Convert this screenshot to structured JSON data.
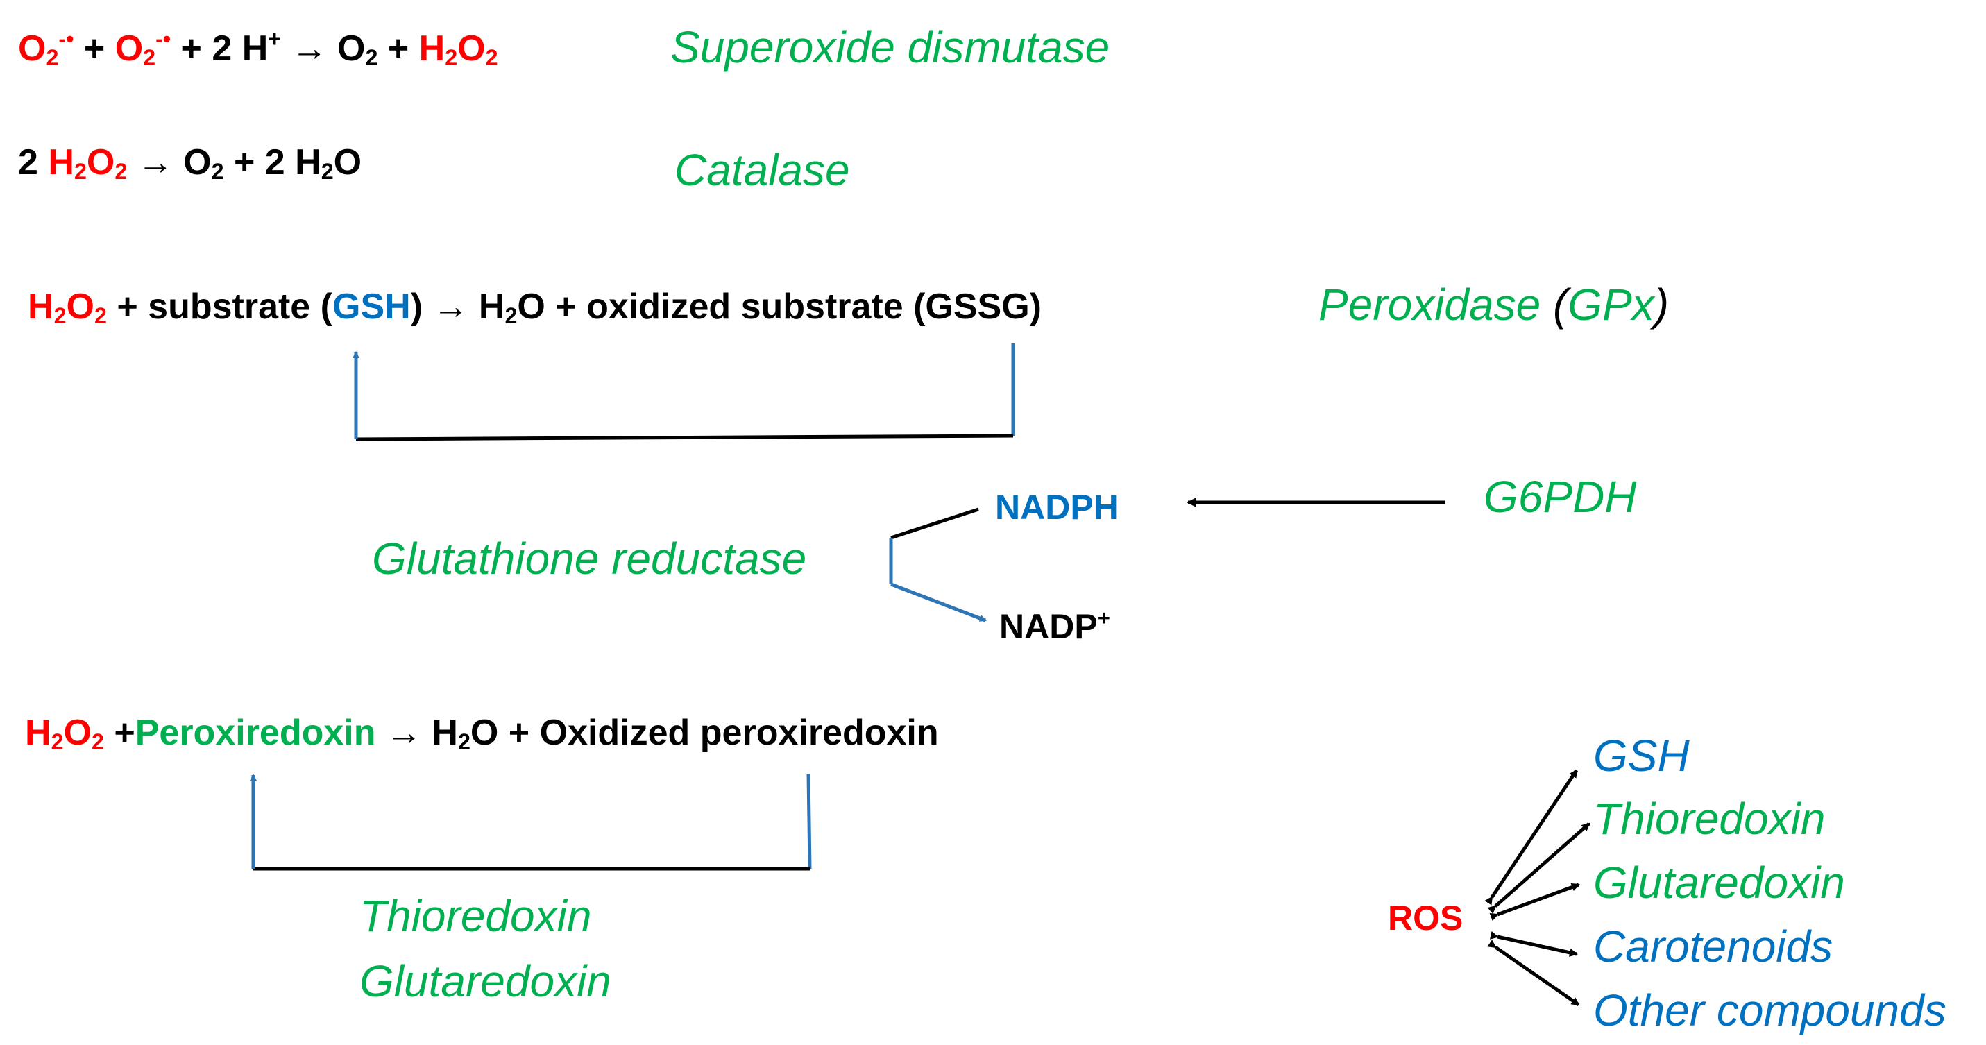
{
  "reactions": {
    "sod": {
      "superoxide1": "O",
      "superoxide1_sub": "2",
      "superoxide1_sup": "-•",
      "plus1": " + ",
      "superoxide2": "O",
      "superoxide2_sub": "2",
      "superoxide2_sup": "-•",
      "plus2": " + 2 H",
      "proton_sup": "+",
      "arrow": " → O",
      "o2_sub": "2",
      "plus3": " + ",
      "product": "H",
      "product_sub1": "2",
      "product_mid": "O",
      "product_sub2": "2"
    },
    "catalase": {
      "coef": "2 ",
      "h2o2_h": "H",
      "h2o2_sub1": "2",
      "h2o2_o": "O",
      "h2o2_sub2": "2",
      "arrow": " → O",
      "o2_sub": "2",
      "rest": " + 2 H",
      "h2o_sub": "2",
      "h2o_o": "O"
    },
    "peroxidase": {
      "h2o2_h": "H",
      "h2o2_sub1": "2",
      "h2o2_o": "O",
      "h2o2_sub2": "2",
      "mid1": " + substrate (",
      "gsh": "GSH",
      "mid2": ") → H",
      "h2o_sub": "2",
      "rest": "O + oxidized substrate (GSSG)"
    },
    "peroxiredoxin": {
      "h2o2_h": "H",
      "h2o2_sub1": "2",
      "h2o2_o": "O",
      "h2o2_sub2": "2",
      "plus": " +",
      "prx": "Peroxiredoxin",
      "arrow": " → H",
      "h2o_sub": "2",
      "rest": "O + Oxidized peroxiredoxin"
    }
  },
  "enzymes": {
    "sod": "Superoxide  dismutase",
    "catalase": "Catalase",
    "peroxidase_name": "Peroxidase ",
    "peroxidase_paren_open": "(",
    "peroxidase_abbr": "GPx",
    "peroxidase_paren_close": ")",
    "g6pdh": "G6PDH",
    "glutathione_reductase": "Glutathione  reductase",
    "thioredoxin": "Thioredoxin",
    "glutaredoxin": "Glutaredoxin"
  },
  "cofactors": {
    "nadph": "NADPH",
    "nadp": "NADP",
    "nadp_sup": "+"
  },
  "ros": {
    "label": "ROS",
    "targets": [
      {
        "name": "GSH",
        "color": "#0070c0"
      },
      {
        "name": "Thioredoxin",
        "color": "#00b050"
      },
      {
        "name": "Glutaredoxin",
        "color": "#00b050"
      },
      {
        "name": "Carotenoids",
        "color": "#0070c0"
      },
      {
        "name": "Other compounds",
        "color": "#0070c0"
      }
    ]
  },
  "colors": {
    "reactive": "#ff0000",
    "enzyme": "#00b050",
    "reductant": "#0070c0",
    "text": "#000000"
  }
}
